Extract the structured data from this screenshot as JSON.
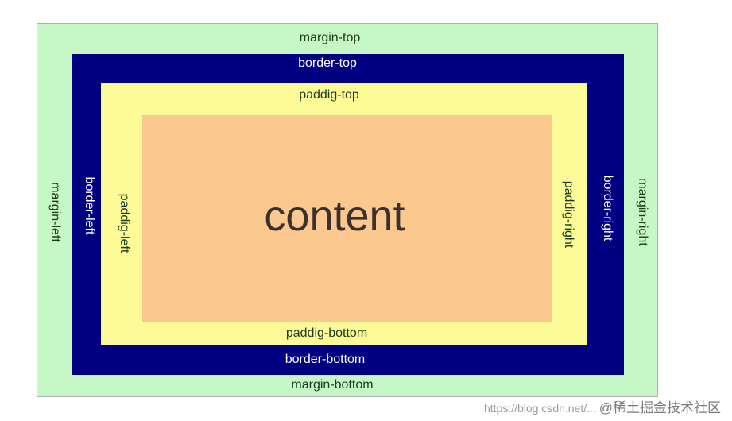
{
  "diagram": {
    "title": "CSS Box Model",
    "labels": {
      "margin_top": "margin-top",
      "margin_bottom": "margin-bottom",
      "margin_left": "margin-left",
      "margin_right": "margin-right",
      "border_top": "border-top",
      "border_bottom": "border-bottom",
      "border_left": "border-left",
      "border_right": "border-right",
      "padding_top": "paddig-top",
      "padding_bottom": "paddig-bottom",
      "padding_left": "paddig-left",
      "padding_right": "paddig-right",
      "content": "content"
    },
    "colors": {
      "margin": "#c6f7c6",
      "border": "#000080",
      "padding": "#fdfb98",
      "content": "#fbc88f"
    }
  },
  "watermark": {
    "url": "https://blog.csdn.net/...",
    "brand": "@稀土掘金技术社区"
  }
}
